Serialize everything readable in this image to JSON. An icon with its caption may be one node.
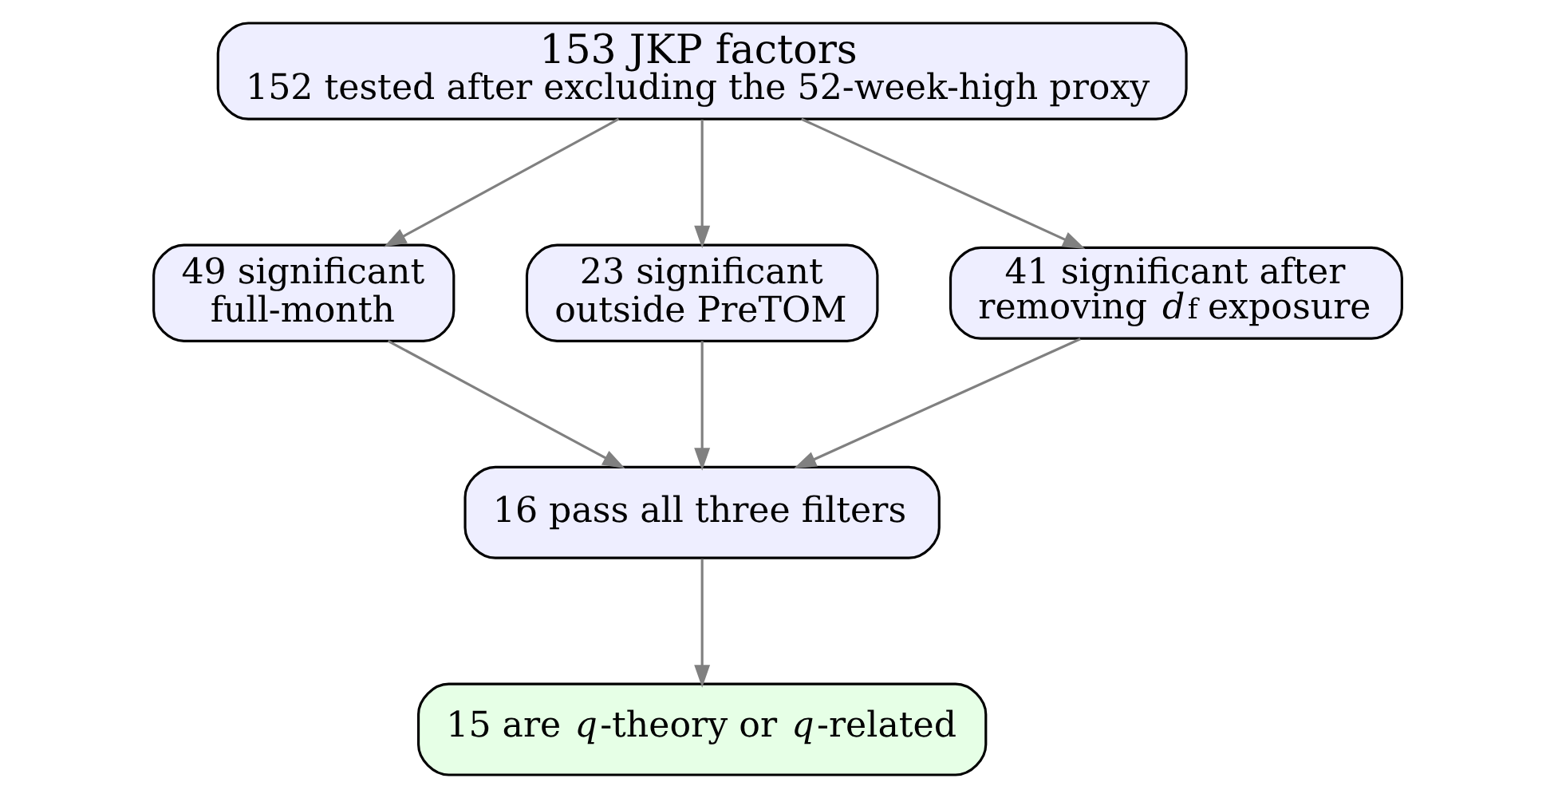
{
  "diagram": {
    "nodes": [
      {
        "text": [
          "153 JKP factors",
          "152 tested after excluding the 52-week-high proxy"
        ]
      },
      {
        "text": [
          "49 significant full-month"
        ]
      },
      {
        "text": [
          "23 significant outside PreTOM"
        ]
      },
      {
        "text": [
          "41 significant after removing *d*$_{f}$ exposure"
        ]
      },
      {
        "text": [
          "16 pass all three filters"
        ]
      },
      {
        "text": [
          "15 are *q*-theory or *q*-related"
        ]
      }
    ],
    "edges": [
      {
        "from": 0,
        "to": 1,
        "arrow": "to"
      },
      {
        "from": 0,
        "to": 2,
        "arrow": "to"
      },
      {
        "from": 0,
        "to": 3,
        "arrow": "to"
      },
      {
        "from": 1,
        "to": 4,
        "arrow": "to"
      },
      {
        "from": 2,
        "to": 4,
        "arrow": "to"
      },
      {
        "from": 3,
        "to": 4,
        "arrow": "to"
      },
      {
        "from": 4,
        "to": 5,
        "arrow": "to"
      }
    ]
  }
}
